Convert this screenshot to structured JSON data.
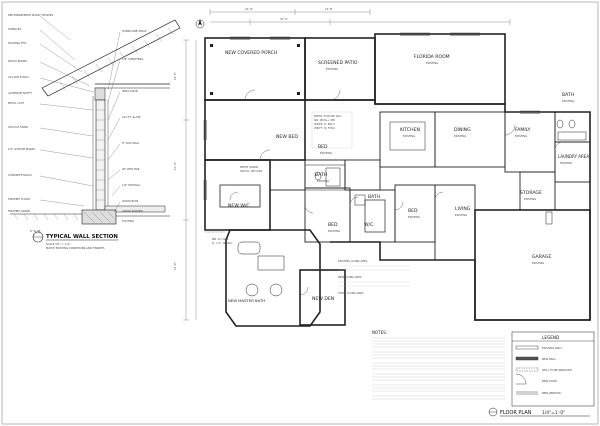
{
  "wall_section": {
    "title": "TYPICAL WALL SECTION",
    "subtitle": "SCALE 3/4\" = 1'-0\"",
    "subtitle2": "MATCH EXISTING CONDITIONS AND FINISHES",
    "labels_left": [
      "PRE-ENGINEERED WOOD TRUSSES",
      "SHINGLES",
      "ROOFING FELT",
      "FASCIA BOARD",
      "2x4 SUB FASCIA",
      "ALUMINUM SOFFIT",
      "METAL LATH",
      "STUCCO FINISH",
      "1/2\" GYPSUM BOARD",
      "CONCRETE BLOCK",
      "FINISHED FLOOR",
      "FINISHED GRADE",
      "6\" SLAB"
    ],
    "labels_right": [
      "HURRICANE STRAP",
      "1/2\" SHEATHING",
      "INSULATION",
      "2x4 P.T. PLATE",
      "8\" CMU WALL",
      "#5 VERT BAR",
      "1/2\" DRYWALL",
      "WOOD BASE",
      "VAPOR BARRIER",
      "FOOTING"
    ]
  },
  "rooms": {
    "new_covered_porch": "NEW COVERED PORCH",
    "screened_patio": "SCREENED PATIO",
    "screened_patio_sub": "EXISTING",
    "florida_room": "FLORIDA ROOM",
    "florida_room_sub": "EXISTING",
    "new_bed": "NEW BED",
    "bed1": "BED",
    "bed1_sub": "EXISTING",
    "kitchen": "KITCHEN",
    "kitchen_sub": "EXISTING",
    "dining": "DINING",
    "dining_sub": "EXISTING",
    "family": "FAMILY",
    "family_sub": "EXISTING",
    "bath2": "BATH",
    "bath2_sub": "EXISTING",
    "laundry": "LAUNDRY AREA",
    "laundry_sub": "EXISTING",
    "storage": "STORAGE",
    "storage_sub": "EXISTING",
    "bath1": "BATH",
    "bath1_sub": "EXISTING",
    "bath3": "BATH",
    "bed3": "BED",
    "bed3_sub": "EXISTING",
    "living": "LIVING",
    "living_sub": "EXISTING",
    "garage": "GARAGE",
    "garage_sub": "EXISTING",
    "new_wic": "NEW W/C",
    "bed2": "BED",
    "bed2_sub": "EXISTING",
    "wic": "W/C",
    "new_den": "NEW DEN",
    "new_master_bath": "NEW MASTER BATH"
  },
  "area_notes": [
    "EXISTING LIVING AREA",
    "NEW LIVING AREA",
    "TOTAL LIVING AREA"
  ],
  "legend": {
    "title": "LEGEND",
    "items": [
      "EXISTING WALL",
      "NEW WALL",
      "WALL TO BE REMOVED",
      "NEW DOOR",
      "NEW WINDOW"
    ]
  },
  "notes_title": "NOTES:",
  "sheet_title": "FLOOR PLAN",
  "sheet_scale": "1/4\"=1'-0\"",
  "dims": [
    "21'-9\"",
    "13'-8\"",
    "31'-3\"",
    "14'-8\"",
    "10'-4\"",
    "12'-6\""
  ]
}
